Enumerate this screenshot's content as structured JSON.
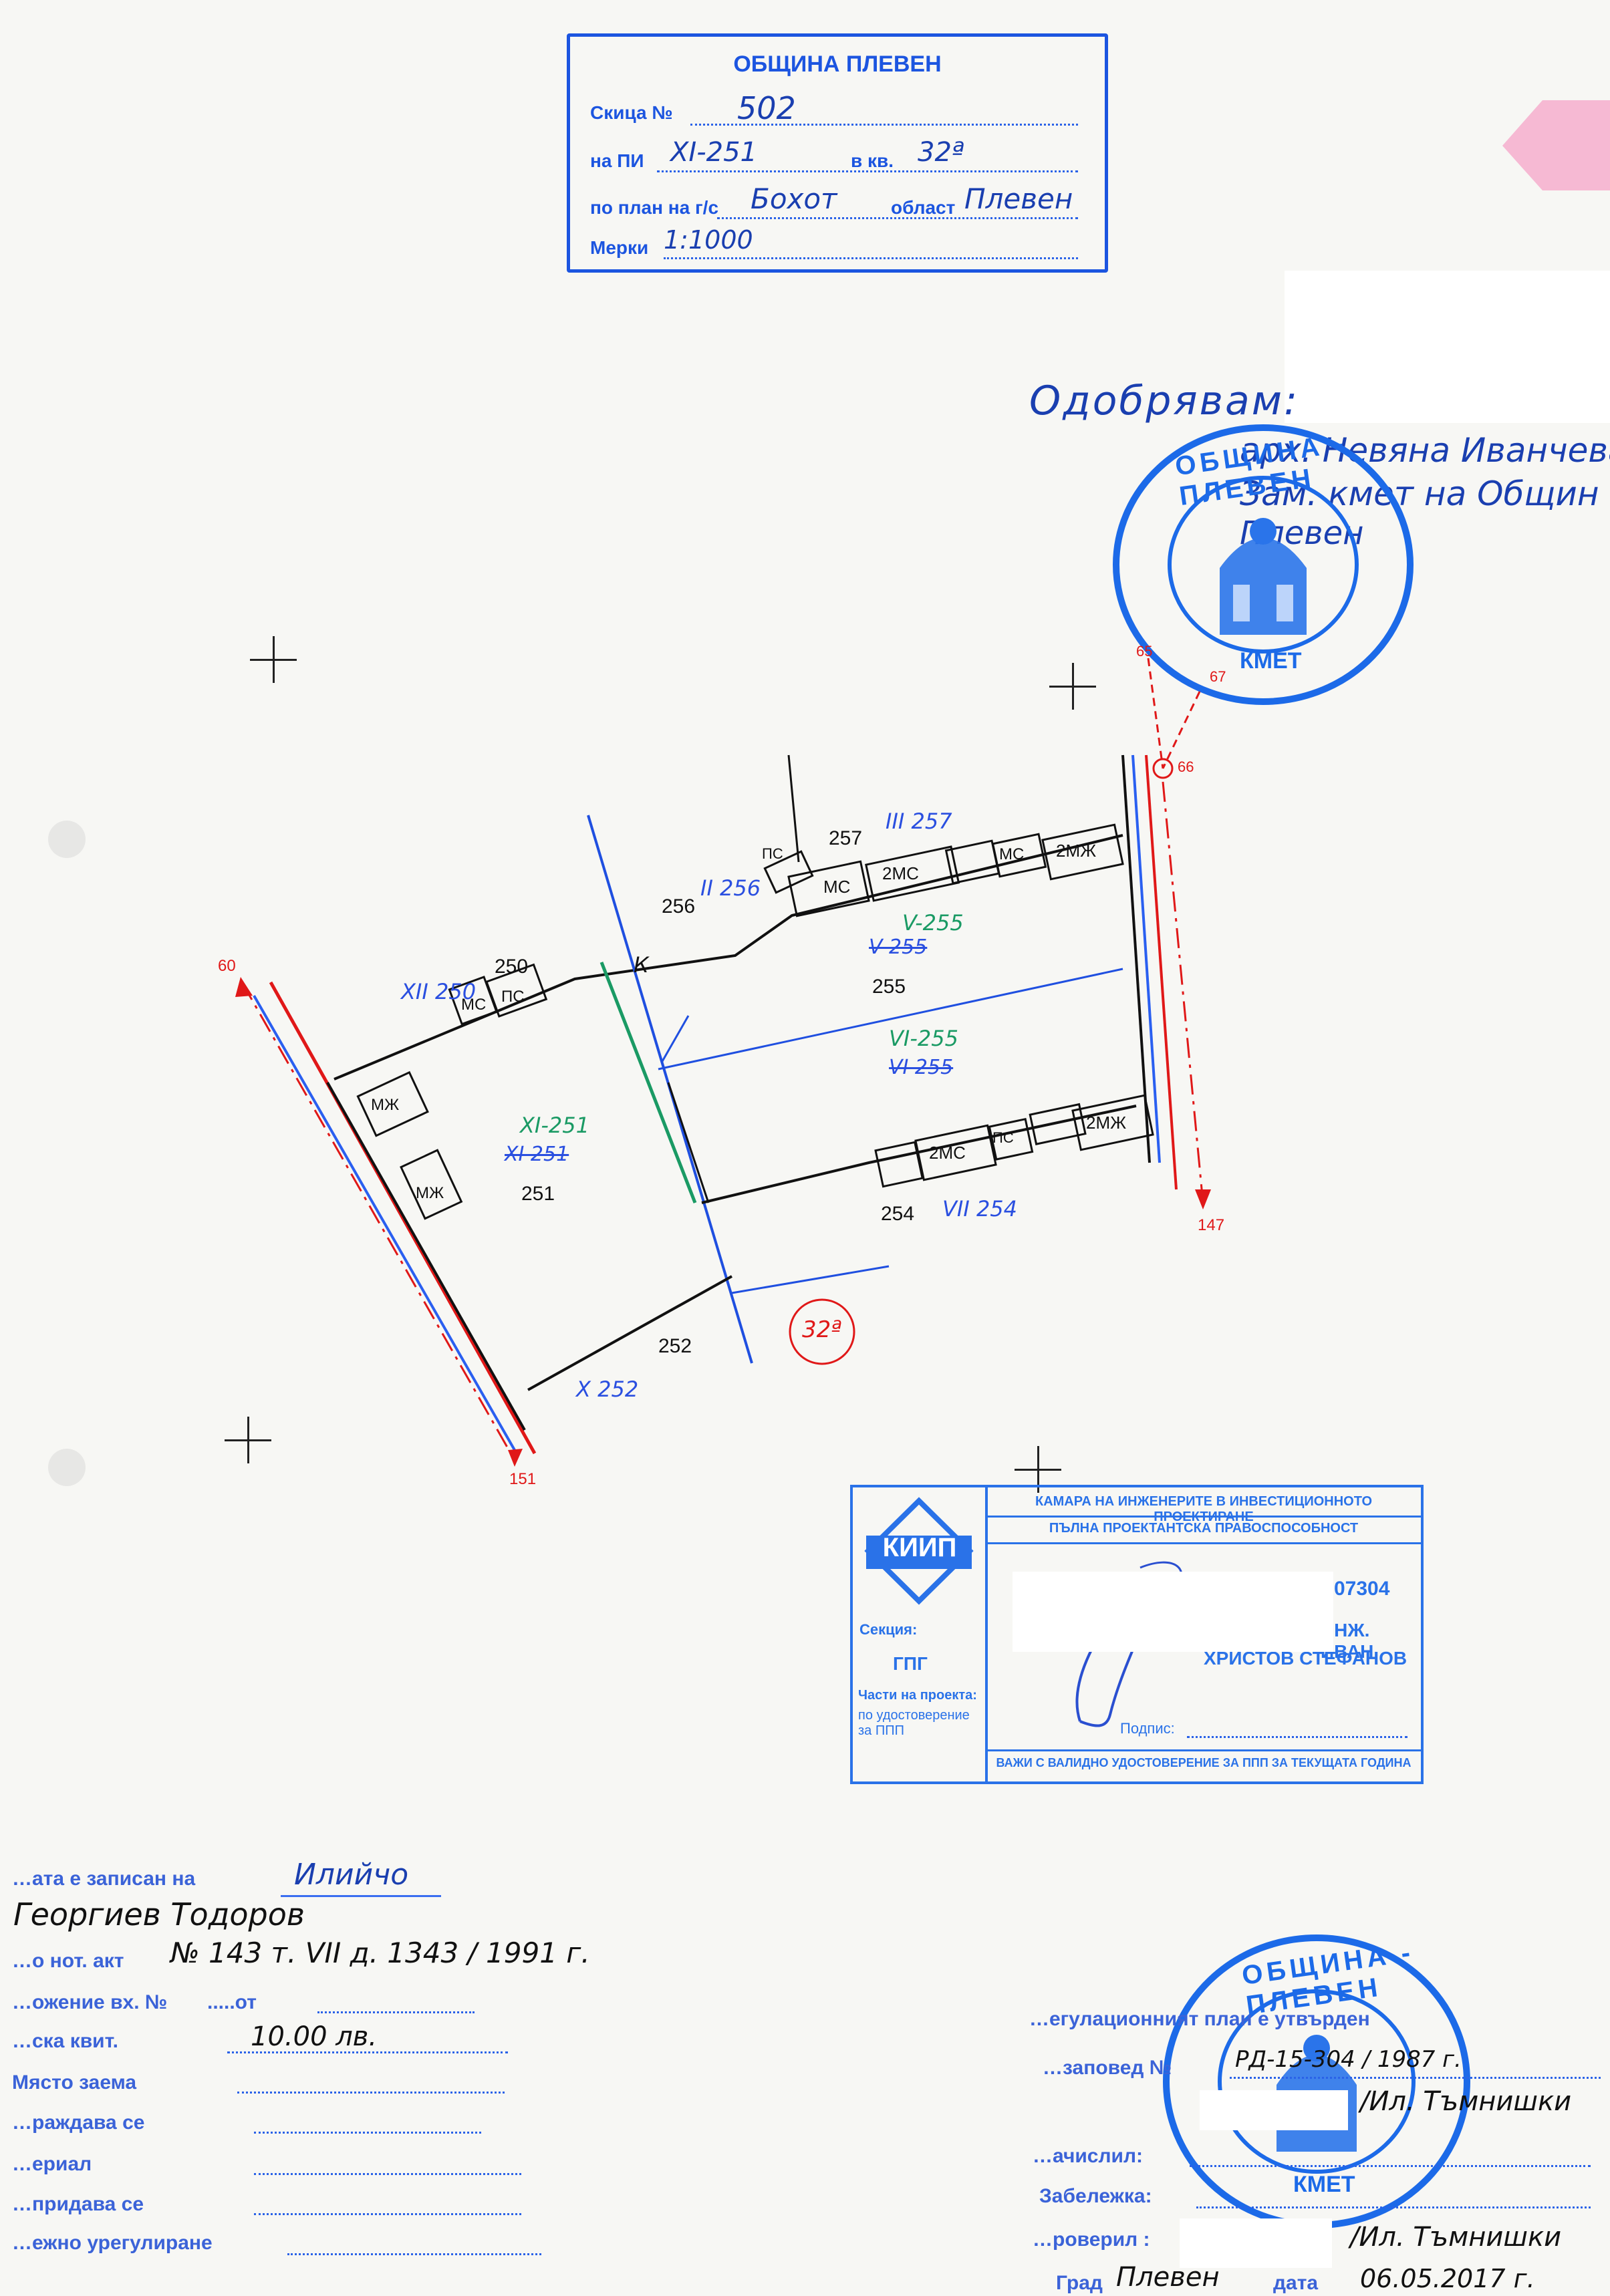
{
  "header_stamp": {
    "title": "ОБЩИНА ПЛЕВЕН",
    "row1_label": "Скица №",
    "row1_value": "502",
    "row2_label": "на ПИ",
    "row2_value": "XI-251",
    "row2_mid": "в кв.",
    "row2_value2": "32ª",
    "row3_label": "по план на г/с",
    "row3_value": "Бохот",
    "row3_mid": "област",
    "row3_value2": "Плевен",
    "row4_label": "Мерки",
    "row4_value": "1:1000"
  },
  "approval": {
    "heading": "Одобрявам:",
    "line1": "арх. Невяна Иванчева",
    "line2": "Зам. кмет на Общин",
    "line3": "Плевен",
    "seal_text": "ОБЩИНА - ПЛЕВЕН",
    "seal_sub": "КМЕТ"
  },
  "map": {
    "lot_labels": [
      "250",
      "251",
      "252",
      "254",
      "255",
      "256",
      "257"
    ],
    "blue_labels": [
      "XII 250",
      "II 256",
      "III 257",
      "X 252",
      "VII 254",
      "XI 251",
      "VI 255",
      "V 255"
    ],
    "green_labels": [
      "XI-251",
      "V-255",
      "VI-255"
    ],
    "building_labels": [
      "МС",
      "ПС",
      "2МС",
      "МС",
      "2МЖ",
      "МС",
      "ПС",
      "МЖ",
      "МЖ",
      "2МС",
      "ПС",
      "2МЖ",
      "ПС"
    ],
    "red_points": [
      "60",
      "151",
      "65",
      "67",
      "66",
      "147"
    ],
    "block_label": "32ª",
    "k_label": "К"
  },
  "kiip_stamp": {
    "logo": "КИИП",
    "header1": "КАМАРА НА ИНЖЕНЕРИТЕ В ИНВЕСТИЦИОННОТО ПРОЕКТИРАНЕ",
    "header2": "ПЪЛНА ПРОЕКТАНТСКА ПРАВОСПОСОБНОСТ",
    "reg_suffix": "07304",
    "name1": "ИНЖ. ИВАН",
    "name2": "ХРИСТОВ СТЕФАНОВ",
    "section_label": "Секция:",
    "section_value": "ГПГ",
    "parts_label": "Части на проекта:",
    "parts_value": "по удостоверение за ППП",
    "sign_label": "Подпис:",
    "footer": "ВАЖИ С ВАЛИДНО УДОСТОВЕРЕНИЕ ЗА ППП ЗА ТЕКУЩАТА ГОДИНА"
  },
  "left_form": {
    "r1_label": "…ата е записан на",
    "r1_value": "Илийчо",
    "r2_value": "Георгиев Тодоров",
    "r3_label": "…о нот. акт",
    "r3_value": "№ 143 т. VII д. 1343 / 1991 г.",
    "r4_label": "…ожение вх. №",
    "r4_value": ".....от",
    "r5_label": "…ска квит.",
    "r5_value": "10.00 лв.",
    "r6_label": "Място заема",
    "r7_label": "…раждава се",
    "r8_label": "…ериал",
    "r9_label": "…придава се",
    "r10_label": "…ежно урегулиране"
  },
  "right_form": {
    "r1": "…егулационният план е утвърден",
    "r2_label": "…заповед №",
    "r2_value": "РД-15-304 / 1987 г.",
    "r3_value": "/Ил. Тъмнишки",
    "r4_label": "…ачислил:",
    "r5_label": "Забележка:",
    "r6_label": "…роверил :",
    "r6_value": "/Ил. Тъмнишки",
    "r7_label": "Град",
    "r7_value": "Плевен",
    "r7_mid": "дата",
    "r7_value2": "06.05.2017 г.",
    "seal_text": "ОБЩИНА - ПЛЕВЕН",
    "seal_sub": "КМЕТ"
  },
  "colors": {
    "stamp_blue": "#1c55e0",
    "survey_red": "#e01818",
    "plan_green": "#1a9a64",
    "pink_tab": "#f6b9d3"
  }
}
